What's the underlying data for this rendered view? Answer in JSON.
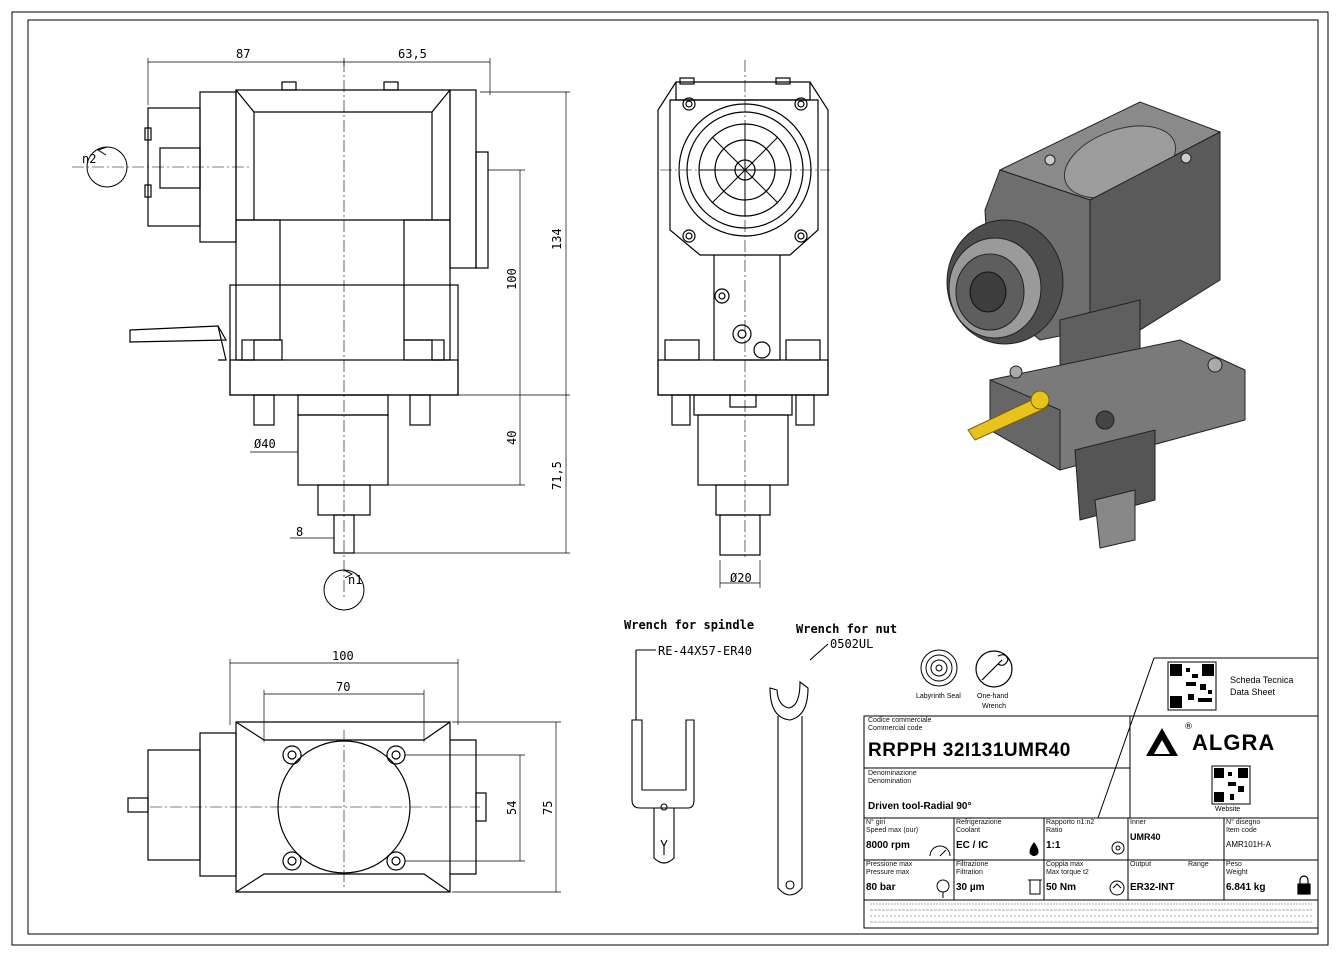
{
  "dimensions": {
    "top_width_left": "87",
    "top_width_right": "63,5",
    "height_134": "134",
    "height_100": "100",
    "height_40": "40",
    "height_71_5": "71,5",
    "dia_40": "Ø40",
    "width_8": "8",
    "dia_20": "Ø20",
    "bottom_width_100": "100",
    "bottom_width_70": "70",
    "bottom_height_54": "54",
    "bottom_height_75": "75"
  },
  "rotation_labels": {
    "n2": "n2",
    "n1": "n1"
  },
  "wrenches": {
    "spindle_title": "Wrench for spindle",
    "spindle_code": "RE-44X57-ER40",
    "nut_title": "Wrench for nut",
    "nut_code": "0502UL"
  },
  "features": {
    "labyrinth": "Labyrinth Seal",
    "onehand_line1": "One-hand",
    "onehand_line2": "Wrench"
  },
  "datasheet": {
    "line1": "Scheda Tecnica",
    "line2": "Data Sheet"
  },
  "brand": {
    "name": "ALGRA",
    "reg": "®",
    "website": "Website"
  },
  "title_block": {
    "code_label_it": "Codice commerciale",
    "code_label_en": "Commercial code",
    "code_value": "RRPPH 32I131UMR40",
    "denom_label_it": "Denominazione",
    "denom_label_en": "Denomination",
    "denom_value": "Driven tool-Radial 90°"
  },
  "specs_row1": [
    {
      "label_it": "N° giri",
      "label_en": "Speed max (our)",
      "value": "8000 rpm",
      "icon": "gauge-icon"
    },
    {
      "label_it": "Refrigerazione",
      "label_en": "Coolant",
      "value": "EC / IC",
      "icon": "drop-icon"
    },
    {
      "label_it": "Rapporto n1:n2",
      "label_en": "Ratio",
      "value": "1:1",
      "icon": "gear-icon"
    },
    {
      "label_it": "Inner",
      "label_en": "",
      "value": "UMR40",
      "icon": ""
    },
    {
      "label_it": "N° disegno",
      "label_en": "Item code",
      "value": "AMR101H-A",
      "icon": ""
    }
  ],
  "specs_row2": [
    {
      "label_it": "Pressione max",
      "label_en": "Pressure max",
      "value": "80 bar",
      "icon": "pressure-icon"
    },
    {
      "label_it": "Filtrazione",
      "label_en": "Filtration",
      "value": "30 µm",
      "icon": "filter-icon"
    },
    {
      "label_it": "Coppia max",
      "label_en": "Max torque t2",
      "value": "50 Nm",
      "icon": "torque-icon"
    },
    {
      "label_it": "Output",
      "label_en": "Range",
      "value": "ER32-INT",
      "icon": ""
    },
    {
      "label_it": "Peso",
      "label_en": "Weight",
      "value": "6.841 kg",
      "icon": "lock-icon"
    }
  ],
  "colors": {
    "line": "#000000",
    "body_grey": "#6b6b6b",
    "dark_grey": "#4a4a4a",
    "light_grey": "#9a9a9a",
    "yellow": "#e8c21e",
    "brand_green": "#1a9a4a"
  }
}
